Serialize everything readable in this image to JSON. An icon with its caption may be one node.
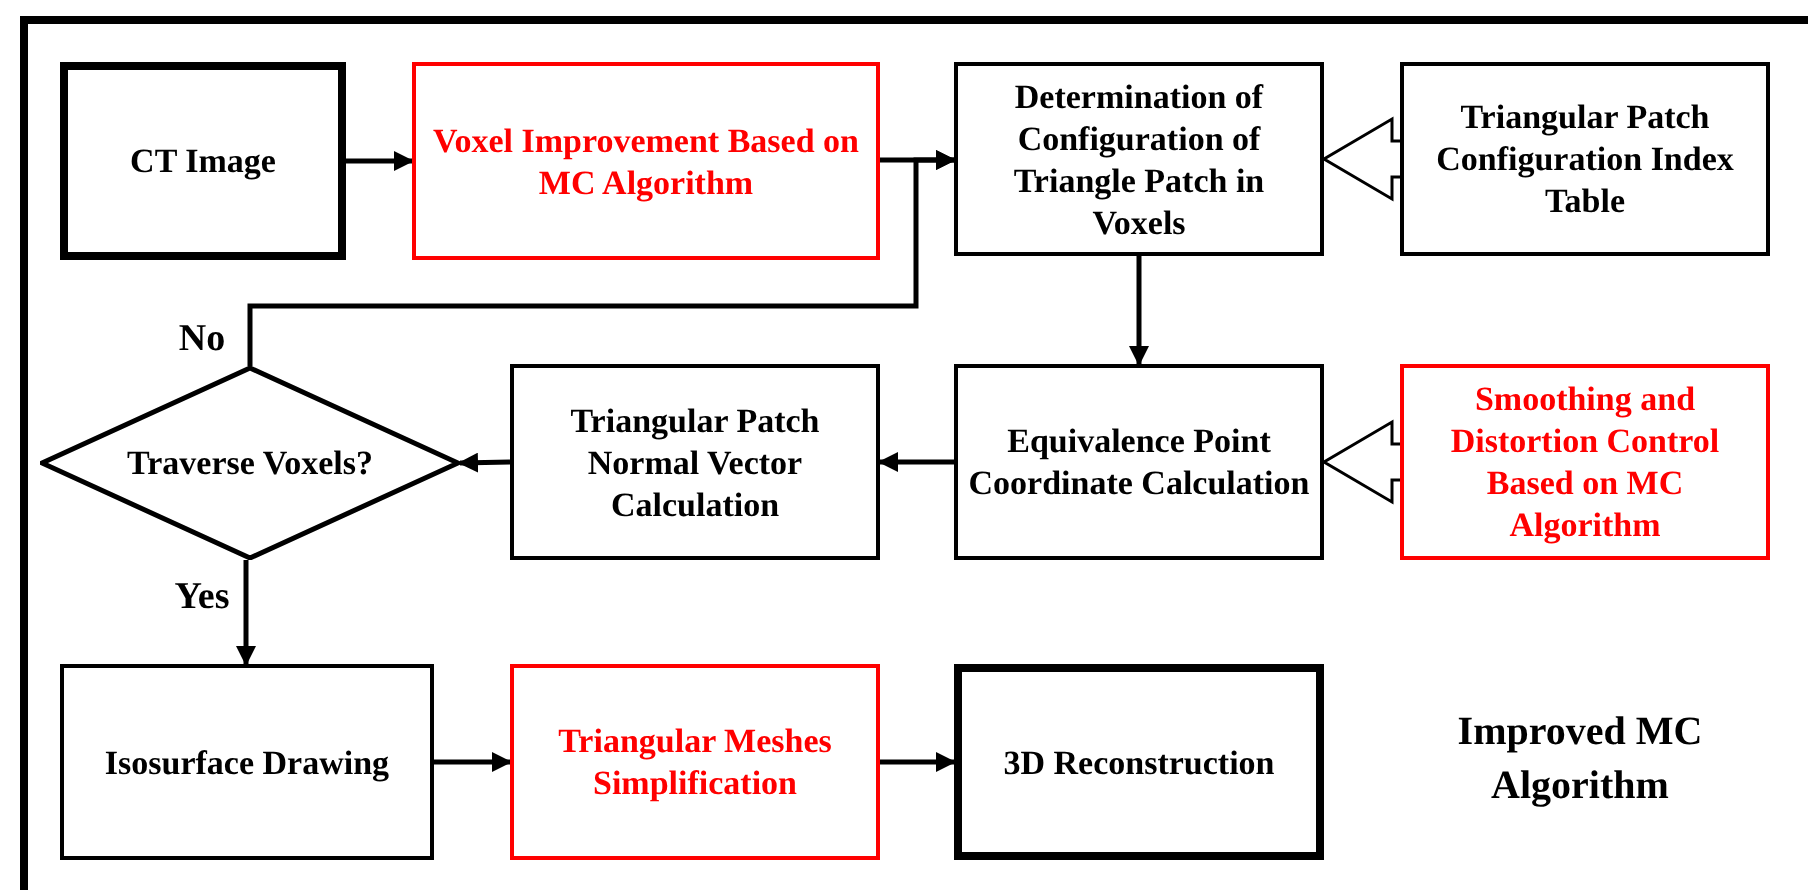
{
  "diagram": {
    "nodes": [
      {
        "text": [
          "CT Image"
        ]
      },
      {
        "text": [
          "Voxel Improvement Based on MC Algorithm"
        ]
      },
      {
        "text": [
          "Determination of Configuration of Triangle Patch in Voxels"
        ]
      },
      {
        "text": [
          "Triangular Patch Configuration Index Table"
        ]
      },
      {
        "text": [
          "Traverse Voxels?"
        ]
      },
      {
        "text": [
          "Triangular Patch Normal Vector Calculation"
        ]
      },
      {
        "text": [
          "Equivalence Point Coordinate Calculation"
        ]
      },
      {
        "text": [
          "Smoothing and Distortion Control Based on MC Algorithm"
        ]
      },
      {
        "text": [
          "Isosurface Drawing"
        ]
      },
      {
        "text": [
          "Triangular Meshes Simplification"
        ]
      },
      {
        "text": [
          "3D Reconstruction"
        ]
      }
    ],
    "edges": [
      {
        "from": 0,
        "to": 1,
        "arrow": "to"
      },
      {
        "from": 1,
        "to": 2,
        "arrow": "to"
      },
      {
        "from": 3,
        "to": 2,
        "arrow": "to",
        "style": "thick"
      },
      {
        "from": 2,
        "to": 6,
        "arrow": "to"
      },
      {
        "from": 7,
        "to": 6,
        "arrow": "to",
        "style": "thick"
      },
      {
        "from": 6,
        "to": 5,
        "arrow": "to"
      },
      {
        "from": 5,
        "to": 4,
        "arrow": "to"
      },
      {
        "from": 4,
        "to": 2,
        "arrow": "to",
        "label": "No"
      },
      {
        "from": 4,
        "to": 8,
        "arrow": "to",
        "label": "Yes"
      },
      {
        "from": 8,
        "to": 9,
        "arrow": "to"
      },
      {
        "from": 9,
        "to": 10,
        "arrow": "to"
      }
    ],
    "labels": [
      "Improved MC Algorithm"
    ]
  }
}
